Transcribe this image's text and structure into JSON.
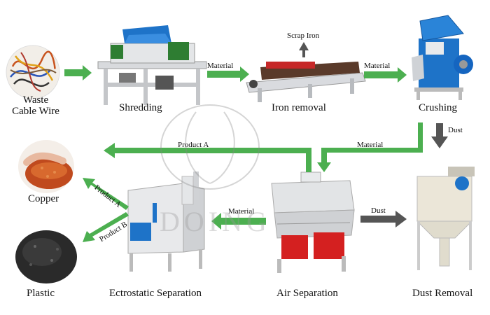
{
  "nodes": {
    "waste": "Waste\nCable Wire",
    "shredding": "Shredding",
    "iron_removal": "Iron removal",
    "crushing": "Crushing",
    "copper": "Copper",
    "plastic": "Plastic",
    "electrostatic": "Ectrostatic Separation",
    "air": "Air Separation",
    "dust_removal": "Dust Removal"
  },
  "edges": {
    "material_1": "Material",
    "material_2": "Material",
    "scrap_iron": "Scrap Iron",
    "dust_1": "Dust",
    "product_a_top": "Product A",
    "material_3": "Material",
    "dust_2": "Dust",
    "material_4": "Material",
    "product_a_side": "Product A",
    "product_b": "Product B"
  },
  "watermark": "DOING",
  "colors": {
    "arrow_green": "#4caf50",
    "arrow_gray": "#555555",
    "machine_blue": "#1e73c8",
    "machine_red": "#d42020"
  }
}
